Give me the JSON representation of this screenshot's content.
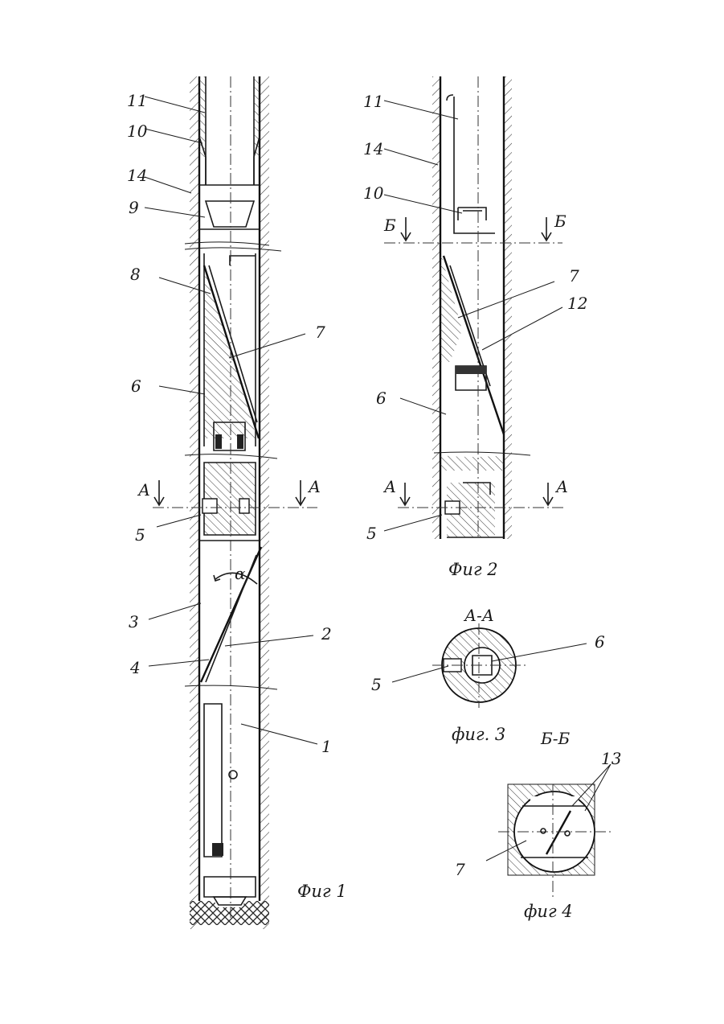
{
  "figures": {
    "fig1": {
      "caption": "Фиг 1",
      "labels": [
        "11",
        "10",
        "14",
        "9",
        "8",
        "7",
        "6",
        "5",
        "3",
        "2",
        "4",
        "1"
      ],
      "section_mark": "А",
      "angle_symbol": "α"
    },
    "fig2": {
      "caption": "Фиг 2",
      "labels": [
        "11",
        "14",
        "10",
        "7",
        "12",
        "6",
        "5"
      ],
      "section_mark_a": "А",
      "section_mark_b": "Б"
    },
    "fig3": {
      "caption": "фиг. 3",
      "title": "А-А",
      "labels": [
        "6",
        "5"
      ]
    },
    "fig4": {
      "caption": "фиг 4",
      "title": "Б-Б",
      "labels": [
        "13",
        "7"
      ]
    }
  },
  "colors": {
    "ink": "#1a1a1a",
    "paper": "#ffffff"
  }
}
